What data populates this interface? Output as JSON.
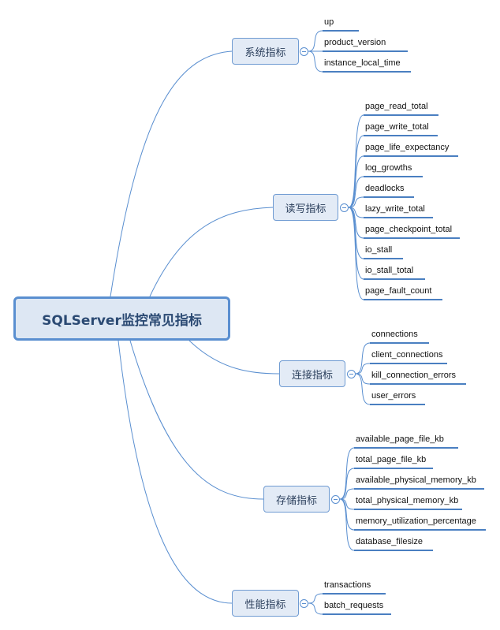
{
  "root": {
    "label": "SQLServer监控常见指标"
  },
  "categories": [
    {
      "label": "系统指标",
      "leaves": [
        "up",
        "product_version",
        "instance_local_time"
      ]
    },
    {
      "label": "读写指标",
      "leaves": [
        "page_read_total",
        "page_write_total",
        "page_life_expectancy",
        "log_growths",
        "deadlocks",
        "lazy_write_total",
        "page_checkpoint_total",
        "io_stall",
        "io_stall_total",
        "page_fault_count"
      ]
    },
    {
      "label": "连接指标",
      "leaves": [
        "connections",
        "client_connections",
        "kill_connection_errors",
        "user_errors"
      ]
    },
    {
      "label": "存储指标",
      "leaves": [
        "available_page_file_kb",
        "total_page_file_kb",
        "available_physical_memory_kb",
        "total_physical_memory_kb",
        "memory_utilization_percentage",
        "database_filesize"
      ]
    },
    {
      "label": "性能指标",
      "leaves": [
        "transactions",
        "batch_requests"
      ]
    }
  ],
  "colors": {
    "line": "#5a8fd0",
    "node_fill": "#e3ebf6",
    "root_fill": "#dde7f3",
    "root_border": "#5a8fd0"
  }
}
